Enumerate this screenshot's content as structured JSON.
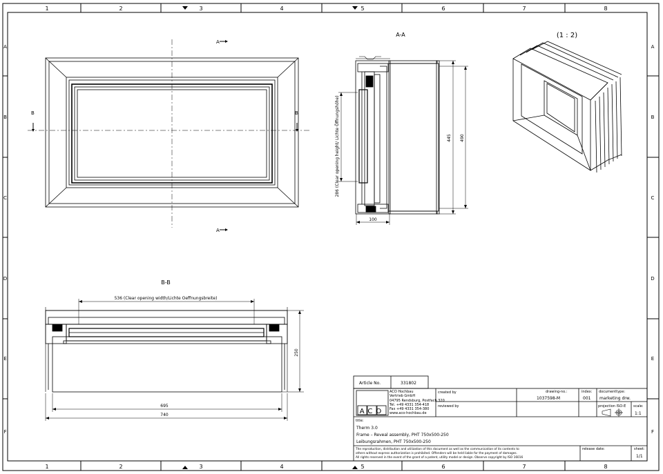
{
  "border": {
    "columns": [
      "1",
      "2",
      "3",
      "4",
      "5",
      "6",
      "7",
      "8"
    ],
    "rows": [
      "A",
      "B",
      "C",
      "D",
      "E",
      "F"
    ]
  },
  "front_view": {
    "section_a": "A",
    "section_b": "B"
  },
  "section_aa": {
    "title": "A-A",
    "clear_opening_label": "286 (Clear opening height/ Lichte Öffnungshöhe)",
    "dim_445": "445",
    "dim_490": "490",
    "dim_100": "100"
  },
  "iso_view": {
    "scale_label": "(1 : 2)"
  },
  "section_bb": {
    "title": "B-B",
    "clear_opening_label": "536 (Clear opening width/Lichte Oeffnungsbreite)",
    "dim_250": "250",
    "dim_695": "695",
    "dim_740": "740"
  },
  "title_block": {
    "article_label": "Article No.",
    "article_value": "331802",
    "company_lines": [
      "ACO Hochbau",
      "Vertrieb GmbH",
      "04795 Rendsburg, Postfach 320",
      "Tel. +49 4331 354-418",
      "Fax +49 4331 354-380",
      "www.aco-hochbau.de"
    ],
    "logo_text": "ACO",
    "created_by_label": "created by",
    "reviewed_by_label": "reviewed by",
    "drawing_no_label": "drawing-no.:",
    "drawing_no_value": "1037598-M",
    "index_label": "index:",
    "index_value": "001",
    "doc_type_label": "documenttype:",
    "doc_type_value": "marketing drw.",
    "projection_label": "projection ISO-E",
    "scale_label": "scale:",
    "scale_value": "1:1",
    "title_label": "title:",
    "title_lines": [
      "Therm 3.0",
      "Frame – Reveal assembly, PHT 750x500-250",
      "Leibungsrahmen, PHT 750x500-250"
    ],
    "notice_lines": [
      "The reproduction, distribution and utilization of this document as well as the communication of its contents to",
      "others without express authorization is prohibited. Offenders will be held liable for the payment of damages.",
      "All rights reserved in the event of the grant of a patent, utility model or design. Observe copyright by ISO 16016"
    ],
    "release_label": "release date:",
    "sheet_label": "sheet:",
    "sheet_value": "1/1"
  }
}
